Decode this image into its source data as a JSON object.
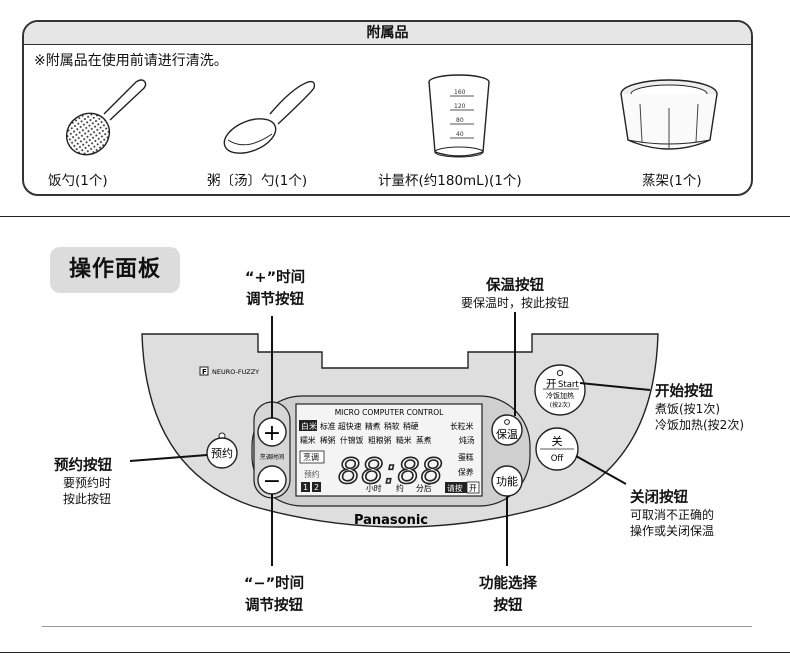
{
  "accessories": {
    "title": "附属品",
    "note": "※附属品在使用前请进行清洗。",
    "items": [
      {
        "label": "饭勺(1个)"
      },
      {
        "label": "粥〔汤〕勺(1个)"
      },
      {
        "label": "计量杯(约180mL)(1个)"
      },
      {
        "label": "蒸架(1个)"
      }
    ],
    "cup_marks": [
      "160",
      "120",
      "80",
      "40"
    ]
  },
  "panel": {
    "title": "操作面板",
    "brand": "NEURO-FUZZY",
    "brand_badge": "F",
    "manufacturer": "Panasonic",
    "display": {
      "header": "MICRO COMPUTER CONTROL",
      "row1": [
        "白米",
        "标准",
        "超快速",
        "精煮",
        "稍软",
        "稍硬",
        "长粒米"
      ],
      "row2": [
        "糯米",
        "稀粥",
        "什锦饭",
        "粗粮粥",
        "糙米",
        "蒸煮",
        "炖汤"
      ],
      "left_cooking": "烹调",
      "left_timer": "预约",
      "timer_nums": [
        "1",
        "2"
      ],
      "digits": "88:88",
      "right_cake": "蛋糕",
      "right_keep": "保养",
      "units": [
        "小时",
        "约",
        "分后"
      ],
      "status": [
        "请按",
        "开"
      ]
    },
    "buttons": {
      "plus": "+",
      "minus": "−",
      "plus_minus_caption": "烹调时间",
      "timer": "预约",
      "keep_warm": "保温",
      "function": "功能",
      "start_main": "开",
      "start_en": "Start",
      "start_sub1": "冷饭加热",
      "start_sub2": "(按2次)",
      "off_main": "关",
      "off_en": "Off"
    }
  },
  "callouts": {
    "plus": {
      "title1": "“+”时间",
      "title2": "调节按钮"
    },
    "keep_warm": {
      "title": "保温按钮",
      "sub": "要保温时，按此按钮"
    },
    "start": {
      "title": "开始按钮",
      "sub1": "煮饭(按1次)",
      "sub2": "冷饭加热(按2次)"
    },
    "timer": {
      "title": "预约按钮",
      "sub1": "要预约时",
      "sub2": "按此按钮"
    },
    "off": {
      "title": "关闭按钮",
      "sub1": "可取消不正确的",
      "sub2": "操作或关闭保温"
    },
    "minus": {
      "title1": "“−”时间",
      "title2": "调节按钮"
    },
    "function": {
      "title1": "功能选择",
      "title2": "按钮"
    }
  }
}
